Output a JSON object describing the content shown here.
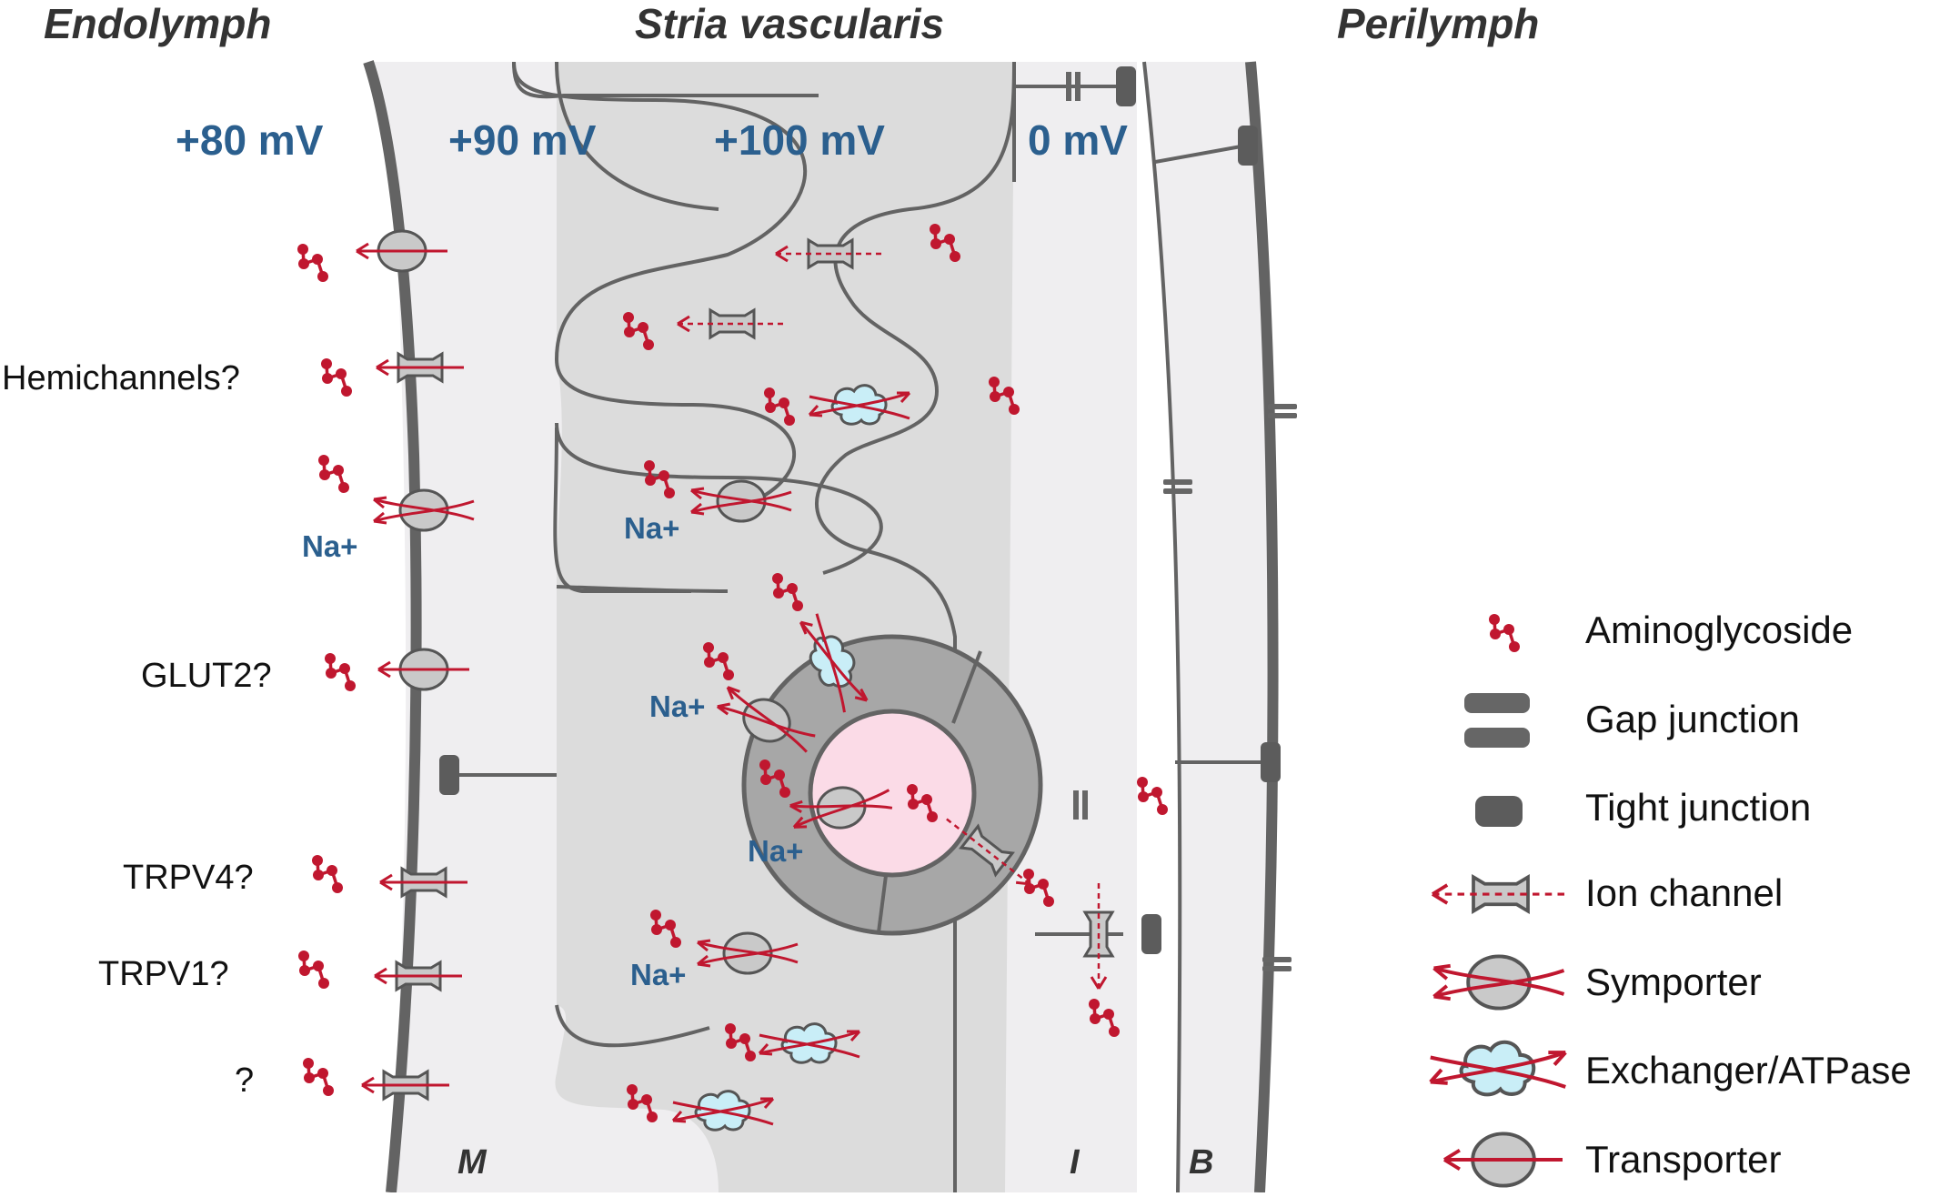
{
  "headers": {
    "endolymph": "Endolymph",
    "stria": "Stria vascularis",
    "perilymph": "Perilymph"
  },
  "potentials": {
    "endolymph": "+80 mV",
    "marginal": "+90 mV",
    "intermediate": "+100 mV",
    "basal": "0 mV"
  },
  "transporter_labels": {
    "hemichannels": "Hemichannels?",
    "glut2": "GLUT2?",
    "trpv4": "TRPV4?",
    "trpv1": "TRPV1?",
    "unknown": "?"
  },
  "ion_label": "Na+",
  "layers": {
    "marginal": "M",
    "intermediate": "I",
    "basal": "B"
  },
  "legend": {
    "aminoglycoside": "Aminoglycoside",
    "gap_junction": "Gap junction",
    "tight_junction": "Tight junction",
    "ion_channel": "Ion channel",
    "symporter": "Symporter",
    "exchanger": "Exchanger/ATPase",
    "transporter": "Transporter"
  },
  "colors": {
    "membrane": "#636363",
    "cell_light": "#efeef0",
    "cell_mid": "#dcdcdc",
    "cell_dark": "#a7a7a7",
    "nucleus": "#fbdbe7",
    "drug": "#c0172f",
    "potential_text": "#2b5f8e",
    "exchanger": "#c9eef7"
  }
}
